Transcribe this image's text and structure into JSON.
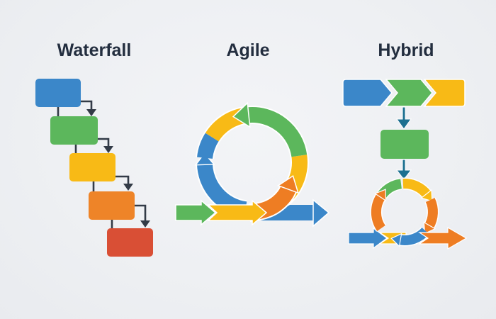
{
  "page": {
    "background": "#eef0f2"
  },
  "palette": {
    "blue": "#3b87c9",
    "green": "#5cb75c",
    "yellow": "#f8ba16",
    "orange": "#ee7d23",
    "orange_box": "#ee8428",
    "red": "#d94f35",
    "teal": "#1d7090",
    "connector": "#333b47",
    "title_text": "#232e3f",
    "outline": "#ffffff"
  },
  "columns": [
    {
      "title": "Waterfall",
      "type": "cascade-of-stage-boxes",
      "stage_colors": [
        "#3b87c9",
        "#5cb75c",
        "#f8ba16",
        "#ee8428",
        "#d94f35"
      ],
      "connector_color": "#333b47"
    },
    {
      "title": "Agile",
      "type": "sprint-loop",
      "loop_segment_colors": [
        "#3b87c9",
        "#f8ba16",
        "#5cb75c",
        "#ee7d23"
      ],
      "inflow_arrow_colors": [
        "#5cb75c",
        "#f8ba16"
      ],
      "outflow_arrow_color": "#3b87c9"
    },
    {
      "title": "Hybrid",
      "type": "chevrons-box-mini-loop",
      "chevron_colors": [
        "#3b87c9",
        "#5cb75c",
        "#f8ba16"
      ],
      "stage_box_color": "#5cb75c",
      "down_arrow_color": "#1d7090",
      "loop_segment_colors": [
        "#5cb75c",
        "#f8ba16",
        "#ee7d23",
        "#3b87c9",
        "#ee7d23"
      ],
      "inflow_arrow_color": "#3b87c9",
      "outflow_arrow_color": "#ee7d23"
    }
  ]
}
